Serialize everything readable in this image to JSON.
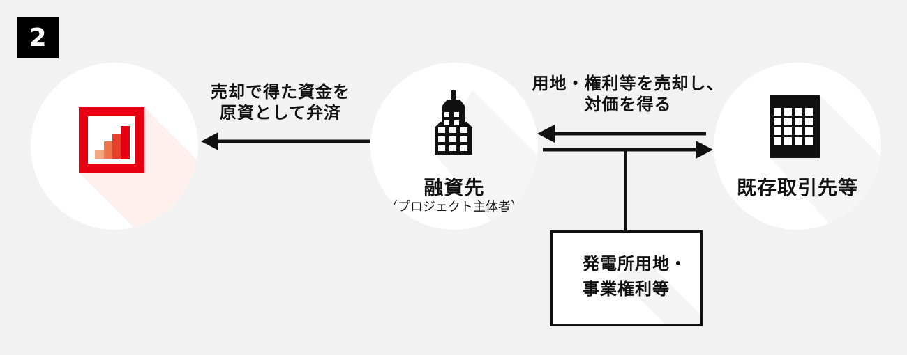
{
  "colors": {
    "background": "#f2f2f2",
    "text": "#111111",
    "accent_red": "#e60012",
    "logo_bar_colors": [
      "#f2a77e",
      "#ee744e",
      "#e7402a",
      "#e60012"
    ],
    "shadow_gray": "#f5f5f5",
    "shadow_pink": "#fdf0ed",
    "watermark_gray": "#f4f4f4"
  },
  "badge": {
    "label": "2"
  },
  "nodes": {
    "lender": {
      "icon": "bank-logo-icon"
    },
    "borrower": {
      "icon": "building-tower-icon",
      "label": "融資先",
      "sublabel": "（プロジェクト主体者）"
    },
    "existing_partner": {
      "icon": "building-office-icon",
      "label": "既存取引先等"
    }
  },
  "flows": {
    "repayment": {
      "direction": "left",
      "label_lines": [
        "売却で得た資金を",
        "原資として弁済"
      ]
    },
    "sale": {
      "directions": [
        "left",
        "right"
      ],
      "label_lines": [
        "用地・権利等を売却し、",
        "対価を得る"
      ]
    }
  },
  "asset_box": {
    "lines": [
      "発電所用地・",
      "事業権利等"
    ]
  }
}
